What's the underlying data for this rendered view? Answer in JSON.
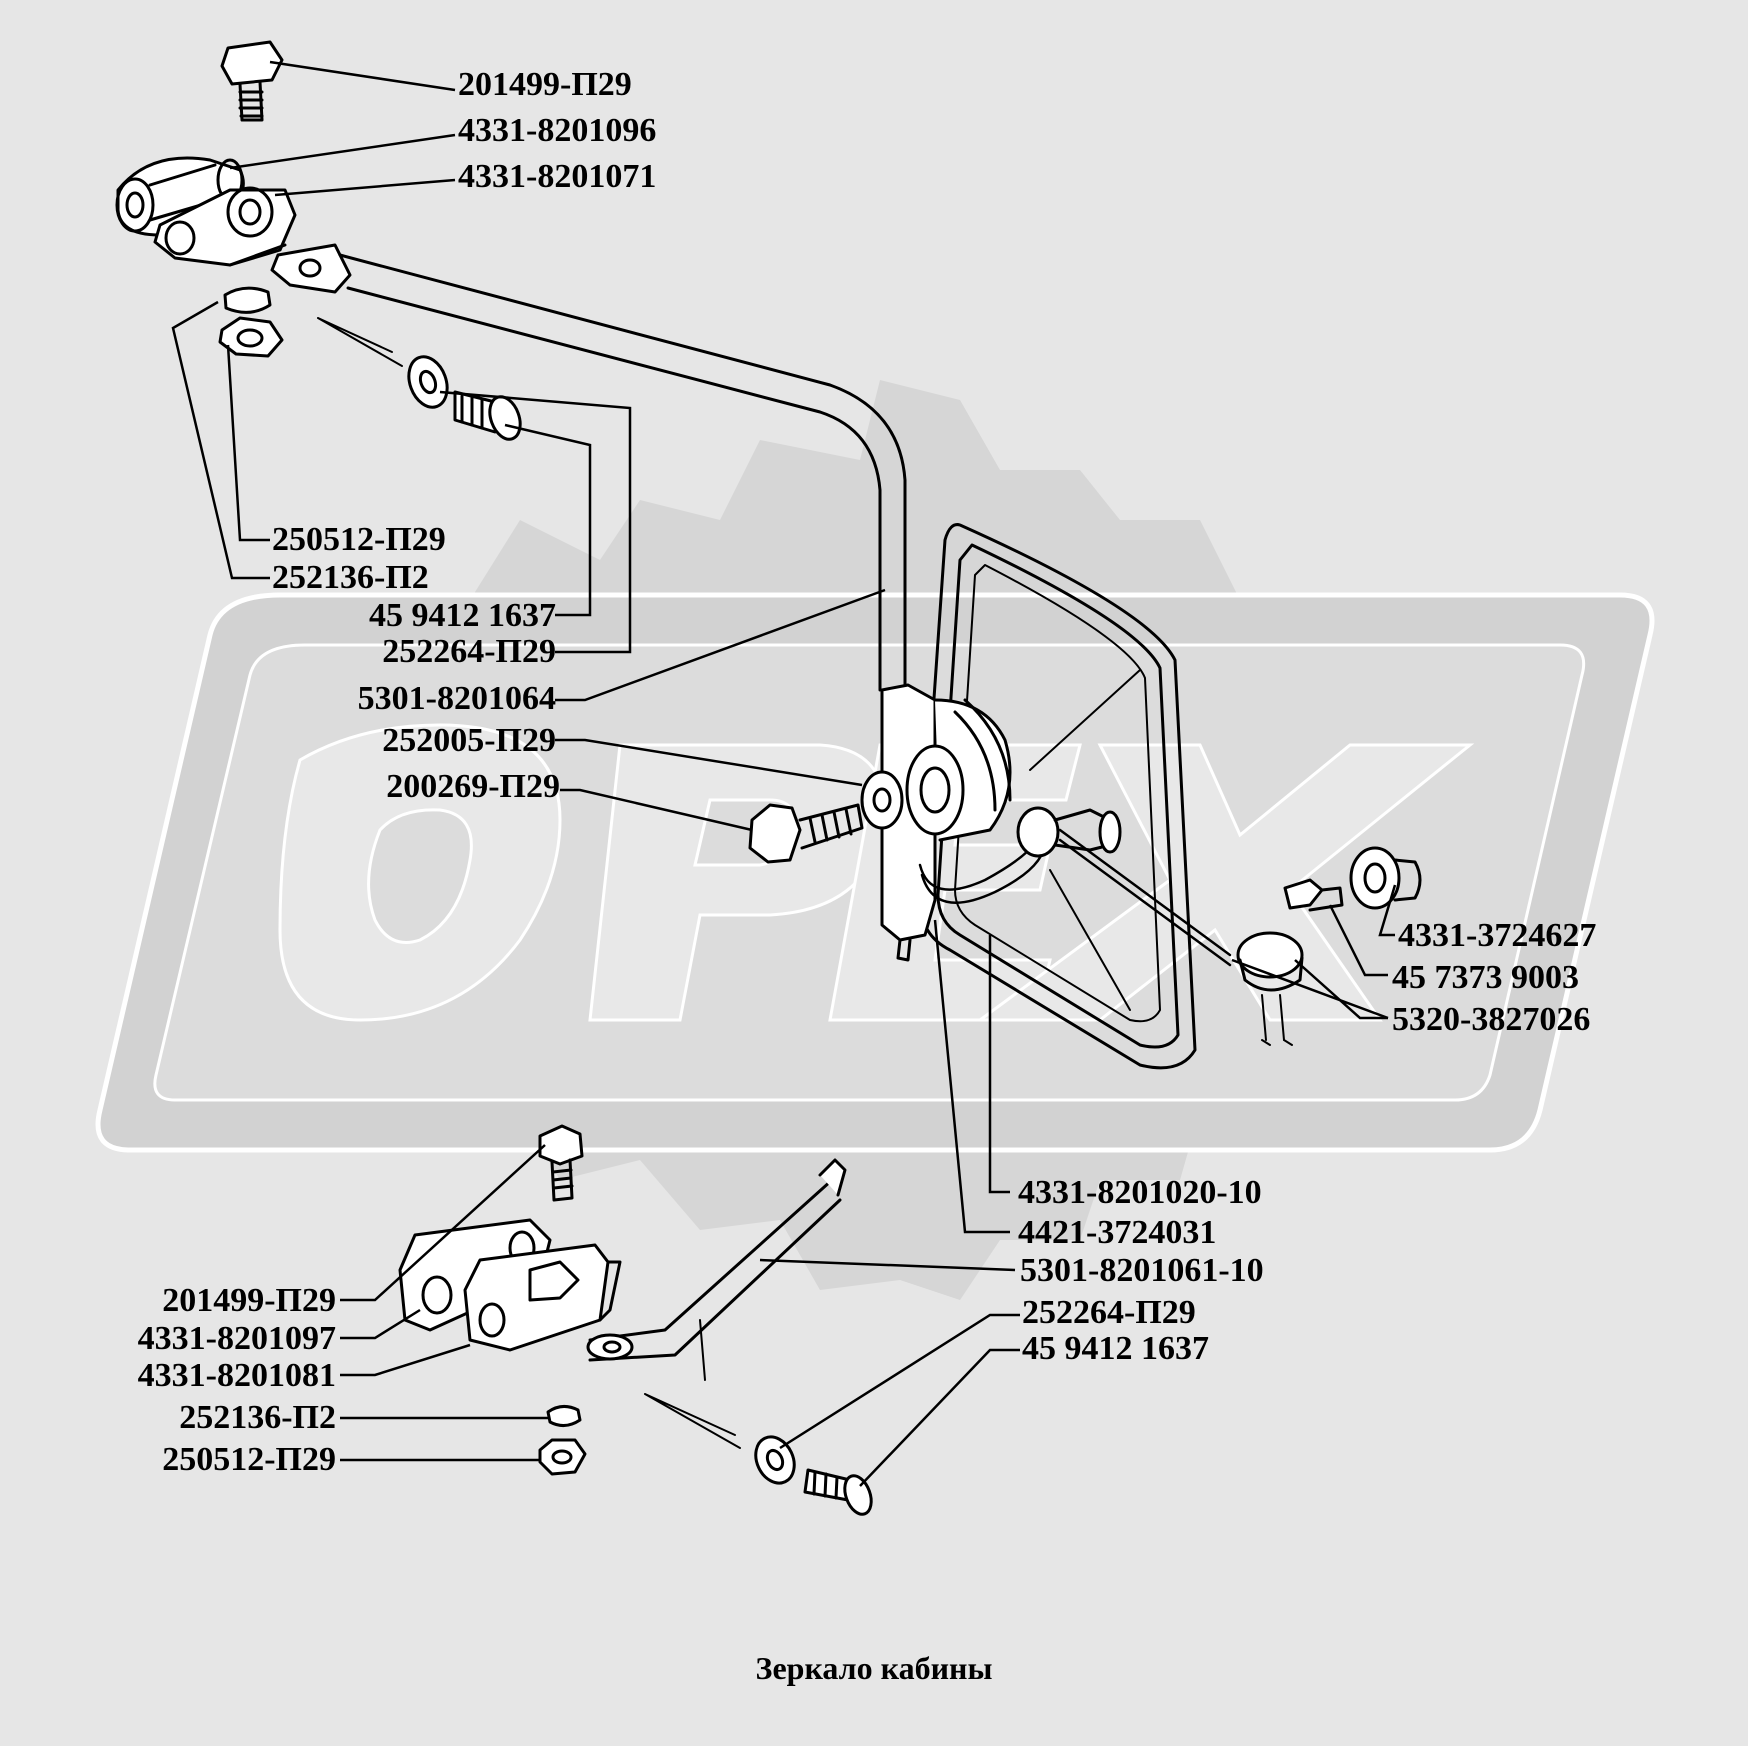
{
  "caption": "Зеркало кабины",
  "watermark_letters": "ОРЕХ",
  "colors": {
    "background": "#e6e6e6",
    "watermark": "#d2d2d2",
    "watermark_outline": "#ffffff",
    "ink": "#000000"
  },
  "labels": {
    "top_bolt": "201499-П29",
    "top_clamp_pad": "4331-8201096",
    "top_bracket": "4331-8201071",
    "top_nut": "250512-П29",
    "top_spring_washer": "252136-П2",
    "top_screw": "45 9412 1637",
    "top_lock_washer": "252264-П29",
    "arm_tube": "5301-8201064",
    "pivot_washer": "252005-П29",
    "pivot_bolt": "200269-П29",
    "lamp_housing": "4331-3724627",
    "lamp_bulb": "45 7373 9003",
    "lamp_socket": "5320-3827026",
    "mirror_body": "4331-8201020-10",
    "wire_harness": "4421-3724031",
    "lower_brace": "5301-8201061-10",
    "lower_lock_washer": "252264-П29",
    "lower_screw": "45 9412 1637",
    "lower_bolt": "201499-П29",
    "lower_clamp_pad": "4331-8201097",
    "lower_bracket": "4331-8201081",
    "lower_spring_washer": "252136-П2",
    "lower_nut": "250512-П29"
  }
}
